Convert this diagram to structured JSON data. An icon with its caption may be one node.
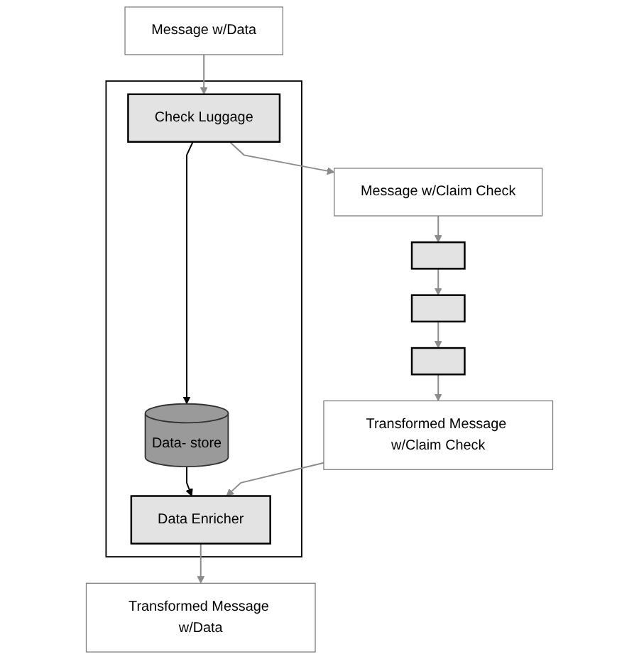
{
  "diagram": {
    "nodes": [
      {
        "text": [],
        "shape": "box"
      },
      {
        "text": [
          "Message w/Data"
        ]
      },
      {
        "text": [
          "Check Luggage"
        ],
        "in": 0
      },
      {
        "text": [
          "Data- store"
        ],
        "in": 0
      },
      {
        "text": [
          "Data Enricher"
        ],
        "in": 0
      },
      {
        "text": [
          "Message w/Claim Check"
        ]
      },
      {
        "text": [],
        "shape": "box"
      },
      {
        "text": [],
        "shape": "box"
      },
      {
        "text": [],
        "shape": "box"
      },
      {
        "text": [
          "Transformed Message w/Claim Check"
        ]
      },
      {
        "text": [
          "Transformed Message w/Data"
        ]
      }
    ],
    "edges": [
      {
        "from": 1,
        "to": 2,
        "arrow": "to"
      },
      {
        "from": 2,
        "to": 5,
        "arrow": "to"
      },
      {
        "from": 2,
        "to": 3,
        "arrow": "to",
        "color": "#000000"
      },
      {
        "from": 3,
        "to": 4,
        "arrow": "to",
        "color": "#000000"
      },
      {
        "from": 5,
        "to": 6,
        "arrow": "to"
      },
      {
        "from": 6,
        "to": 7,
        "arrow": "to"
      },
      {
        "from": 7,
        "to": 8,
        "arrow": "to"
      },
      {
        "from": 8,
        "to": 9,
        "arrow": "to"
      },
      {
        "from": 9,
        "to": 4,
        "arrow": "to"
      },
      {
        "from": 4,
        "to": 10,
        "arrow": "to"
      }
    ]
  }
}
